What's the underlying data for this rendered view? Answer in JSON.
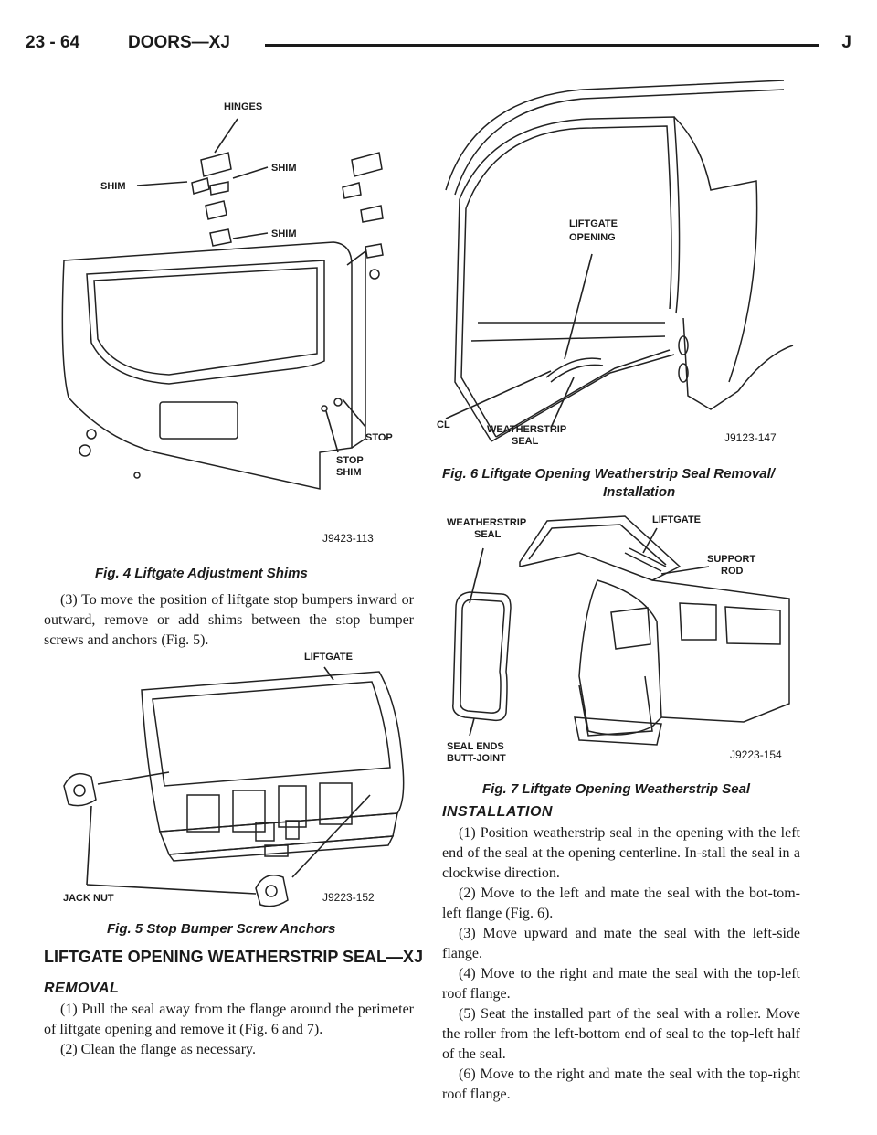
{
  "header": {
    "page_number": "23 - 64",
    "section_title": "DOORS—XJ",
    "edition": "J"
  },
  "fig4": {
    "labels": {
      "hinges": "HINGES",
      "shim_right_top": "SHIM",
      "shim_left": "SHIM",
      "shim_right_bottom": "SHIM",
      "stop": "STOP",
      "stop_shim_1": "STOP",
      "stop_shim_2": "SHIM"
    },
    "code": "J9423-113",
    "caption": "Fig. 4 Liftgate Adjustment Shims"
  },
  "step3_text": "(3) To move the position of liftgate stop bumpers inward or outward, remove or add shims between the stop bumper screws and anchors (Fig. 5).",
  "fig5": {
    "labels": {
      "liftgate": "LIFTGATE",
      "jack_nut": "JACK NUT"
    },
    "code": "J9223-152",
    "caption": "Fig. 5 Stop Bumper Screw Anchors"
  },
  "section_heading": "LIFTGATE OPENING WEATHERSTRIP SEAL—XJ",
  "removal": {
    "heading": "REMOVAL",
    "steps": [
      "(1) Pull the seal away from the flange around the perimeter of liftgate opening and remove it (Fig. 6 and 7).",
      "(2) Clean the flange as necessary."
    ]
  },
  "fig6": {
    "labels": {
      "opening_1": "LIFTGATE",
      "opening_2": "OPENING",
      "cl": "CL",
      "seal_1": "WEATHERSTRIP",
      "seal_2": "SEAL"
    },
    "code": "J9123-147",
    "caption_line1": "Fig. 6 Liftgate Opening Weatherstrip Seal Removal/",
    "caption_line2": "Installation"
  },
  "fig7": {
    "labels": {
      "seal_1": "WEATHERSTRIP",
      "seal_2": "SEAL",
      "liftgate": "LIFTGATE",
      "rod_1": "SUPPORT",
      "rod_2": "ROD",
      "ends_1": "SEAL ENDS",
      "ends_2": "BUTT-JOINT"
    },
    "code": "J9223-154",
    "caption": "Fig. 7 Liftgate Opening Weatherstrip Seal"
  },
  "installation": {
    "heading": "INSTALLATION",
    "steps": [
      "(1) Position weatherstrip seal in the opening with the left end of the seal at the opening centerline. In-stall the seal in a clockwise direction.",
      "(2) Move to the left and mate the seal with the bot-tom-left flange (Fig. 6).",
      "(3) Move upward and mate the seal with the left-side flange.",
      "(4) Move to the right and mate the seal with the top-left roof flange.",
      "(5) Seat the installed part of the seal with a roller. Move the roller from the left-bottom end of seal to the top-left half of the seal.",
      "(6) Move to the right and mate the seal with the top-right roof flange."
    ]
  }
}
